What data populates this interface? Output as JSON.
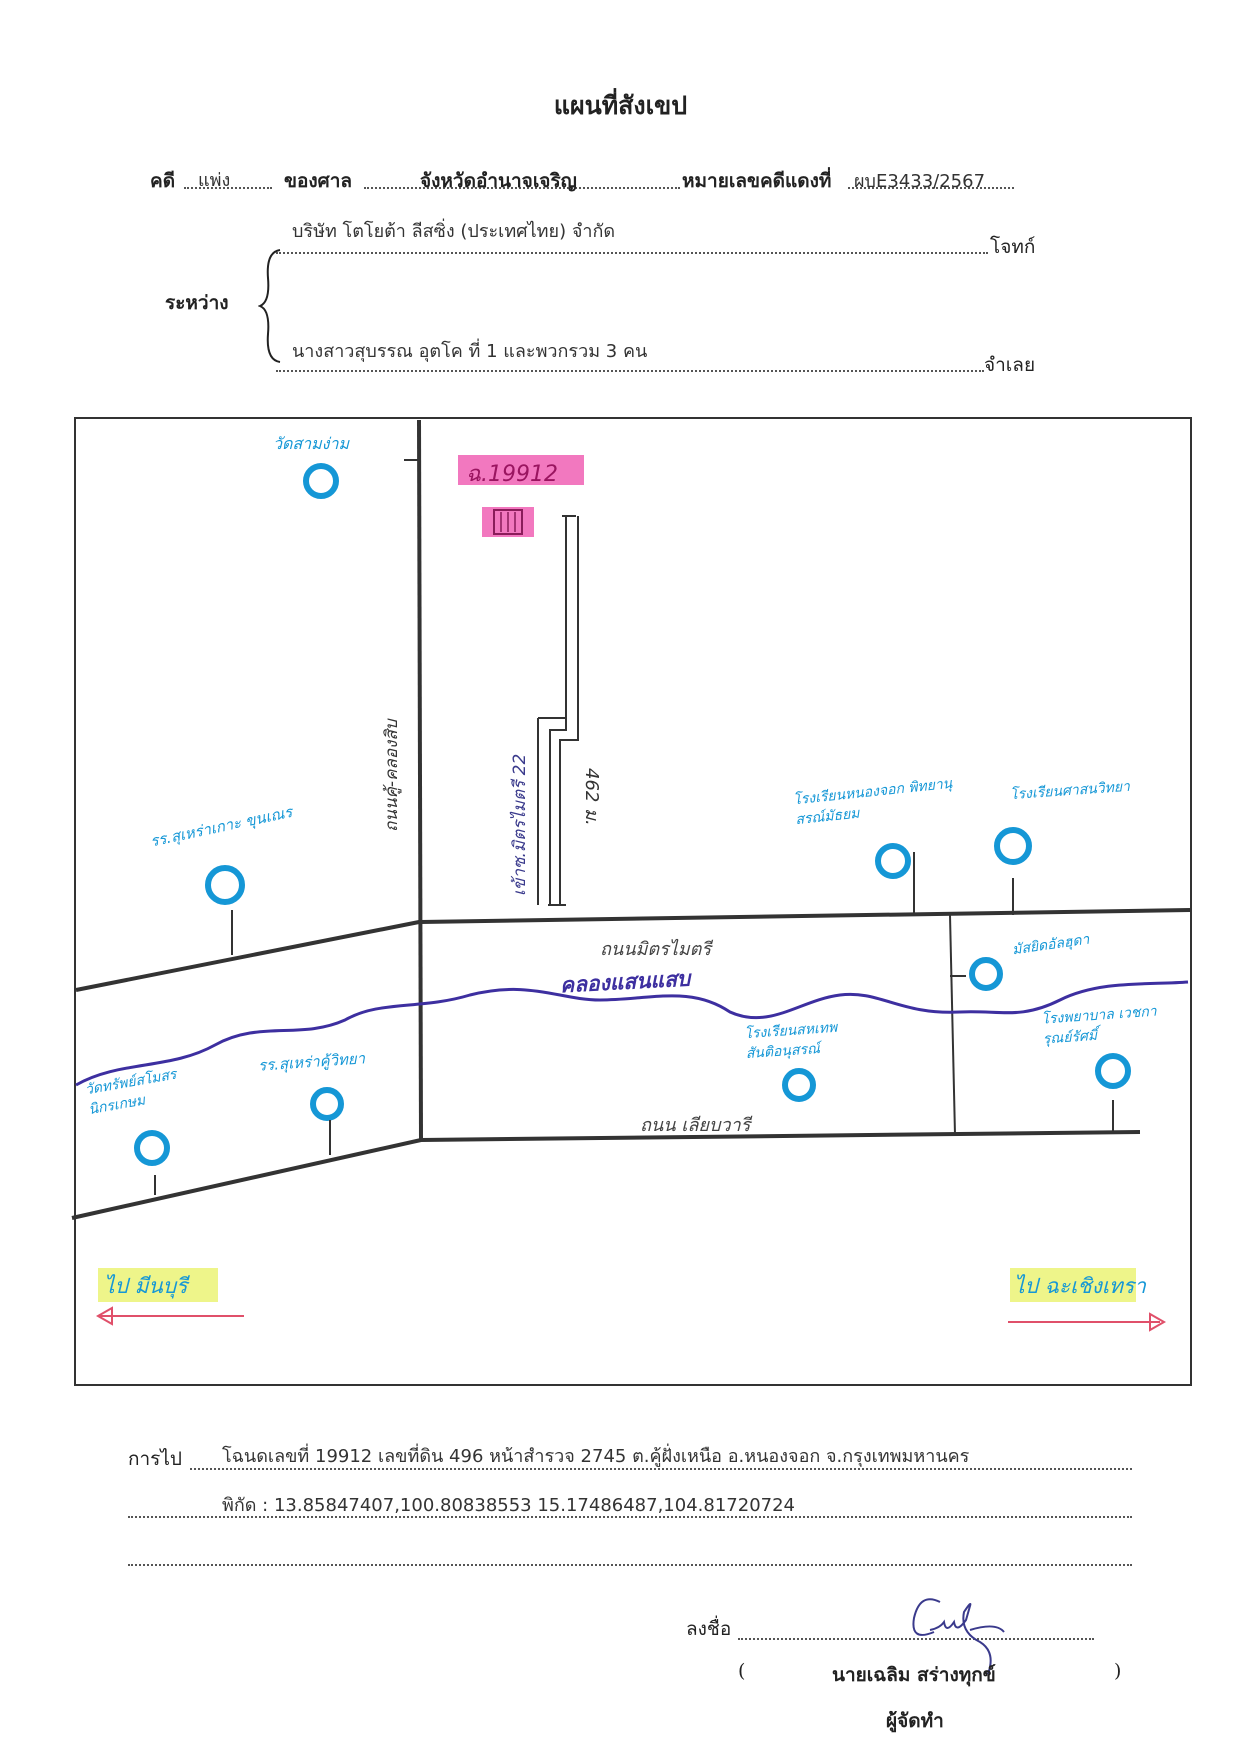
{
  "header": {
    "title": "แผนที่สังเขป",
    "case_label": "คดี",
    "case_type": "แพ่ง",
    "court_label": "ของศาล",
    "court": "จังหวัดอำนาจเจริญ",
    "red_no_label": "หมายเลขคดีแดงที่",
    "red_no": "ผบE3433/2567"
  },
  "parties": {
    "between_label": "ระหว่าง",
    "plaintiff": "บริษัท โตโยต้า ลีสซิ่ง (ประเทศไทย) จำกัด",
    "plaintiff_role": "โจทก์",
    "defendant": "นางสาวสุบรรณ อุตโค ที่ 1 และพวกรวม 3 คน",
    "defendant_role": "จำเลย"
  },
  "map": {
    "deed_tag": "ฉ.19912",
    "distance": "462 ม.",
    "roads": {
      "vertical_road": "ถนนคู้-คลองสิบ",
      "soi": "เข้าซ.มิตรไมตรี 22",
      "mitmaitri": "ถนนมิตรไมตรี",
      "liap_wari": "ถนน เลียบวารี"
    },
    "canal": "คลองแสนแสบ",
    "places": [
      {
        "name": "วัดสามง่าม"
      },
      {
        "name": "รร.สุเหร่าเกาะ ขุนเณร"
      },
      {
        "name": "โรงเรียนหนองจอก พิทยานุสรณ์มัธยม"
      },
      {
        "name": "โรงเรียนศาสนวิทยา"
      },
      {
        "name": "มัสยิดอัลฮุดา"
      },
      {
        "name": "โรงเรียนสหเทพ สันติอนุสรณ์"
      },
      {
        "name": "โรงพยาบาล เวชการุณย์รัศมิ์"
      },
      {
        "name": "รร.สุเหร่าคู้วิทยา"
      },
      {
        "name": "วัดทรัพย์สโมสร นิกรเกษม"
      }
    ],
    "direction_left": "ไป มีนบุรี",
    "direction_right": "ไป ฉะเชิงเทรา",
    "colors": {
      "place_marker": "#1597d6",
      "canal": "#3d2fa0",
      "highlight_pink": "#f060b4",
      "highlight_yellow": "#eef58a",
      "arrow": "#e0506a"
    }
  },
  "footer": {
    "route_label": "การไป",
    "route": "โฉนดเลขที่ 19912 เลขที่ดิน 496 หน้าสำรวจ 2745 ต.คู้ฝั่งเหนือ อ.หนองจอก จ.กรุงเทพมหานคร",
    "coords": "พิกัด : 13.85847407,100.80838553 15.17486487,104.81720724",
    "sign_label": "ลงชื่อ",
    "signer": "นายเฉลิม สร่างทุกข์",
    "role": "ผู้จัดทำ"
  }
}
